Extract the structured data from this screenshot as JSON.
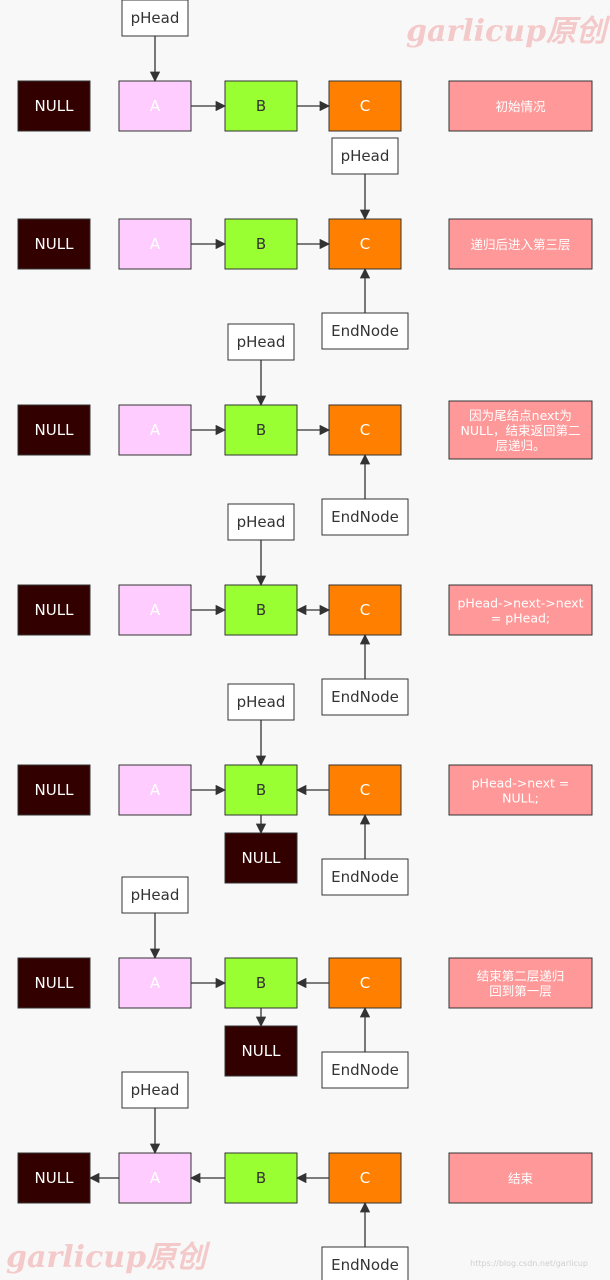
{
  "watermark": "garlicup原创",
  "site_caption": "https://blog.csdn.net/garlicup",
  "colors": {
    "null": "#330000",
    "a": "#ffccff",
    "b": "#99ff33",
    "c": "#ff8000",
    "note": "#ff9999",
    "pointer": "#ffffff",
    "arrow": "#333333"
  },
  "labels": {
    "null": "NULL",
    "a": "A",
    "b": "B",
    "c": "C",
    "phead": "pHead",
    "endnode": "EndNode"
  },
  "steps": [
    {
      "note": [
        "初始情况"
      ],
      "phead_on": "A",
      "endnode": false,
      "links": [
        [
          "A",
          "B",
          "fwd"
        ],
        [
          "B",
          "C",
          "fwd"
        ]
      ],
      "b_null": false
    },
    {
      "note": [
        "递归后进入第三层"
      ],
      "phead_on": "C",
      "endnode": true,
      "links": [
        [
          "A",
          "B",
          "fwd"
        ],
        [
          "B",
          "C",
          "fwd"
        ]
      ],
      "b_null": false
    },
    {
      "note": [
        "因为尾结点next为",
        "NULL，结束返回第二",
        "层递归。"
      ],
      "phead_on": "B",
      "endnode": true,
      "links": [
        [
          "A",
          "B",
          "fwd"
        ],
        [
          "B",
          "C",
          "fwd"
        ]
      ],
      "b_null": false
    },
    {
      "note": [
        "pHead->next->next",
        "= pHead;"
      ],
      "phead_on": "B",
      "endnode": true,
      "links": [
        [
          "A",
          "B",
          "fwd"
        ],
        [
          "B",
          "C",
          "both"
        ]
      ],
      "b_null": false
    },
    {
      "note": [
        "pHead->next =",
        "NULL;"
      ],
      "phead_on": "B",
      "endnode": true,
      "links": [
        [
          "A",
          "B",
          "fwd"
        ],
        [
          "B",
          "C",
          "back"
        ]
      ],
      "b_null": true
    },
    {
      "note": [
        "结束第二层递归",
        "回到第一层"
      ],
      "phead_on": "A",
      "endnode": true,
      "links": [
        [
          "A",
          "B",
          "fwd"
        ],
        [
          "B",
          "C",
          "back"
        ]
      ],
      "b_null": true
    },
    {
      "note": [
        "结束"
      ],
      "phead_on": "A",
      "endnode": true,
      "links": [
        [
          "NULL",
          "A",
          "back"
        ],
        [
          "A",
          "B",
          "back"
        ],
        [
          "B",
          "C",
          "back"
        ]
      ],
      "b_null": false
    }
  ]
}
